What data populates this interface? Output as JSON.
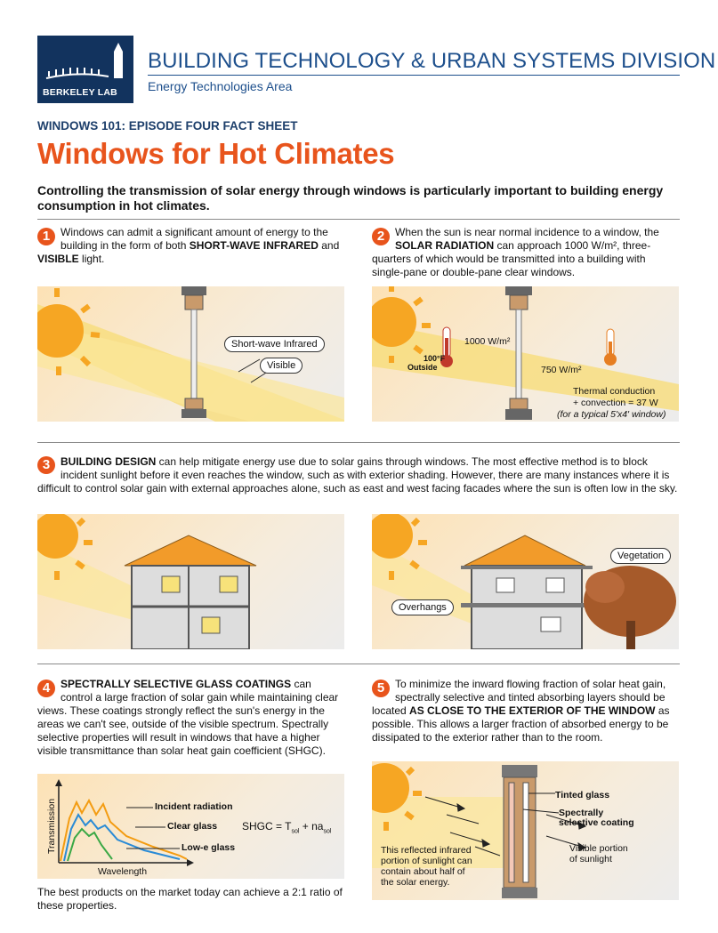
{
  "header": {
    "logo_text": "BERKELEY LAB",
    "division": "BUILDING TECHNOLOGY & URBAN SYSTEMS DIVISION",
    "area": "Energy Technologies Area"
  },
  "episode": "WINDOWS 101: EPISODE FOUR FACT SHEET",
  "title": "Windows for Hot Climates",
  "intro": "Controlling the transmission of solar energy through windows is particularly important to building energy consumption in hot climates.",
  "s1": {
    "num": "1",
    "t1": "Windows can admit a significant amount of energy to the building in the form of both ",
    "b1": "SHORT-WAVE INFRARED",
    "t2": " and ",
    "b2": "VISIBLE",
    "t3": " light.",
    "callout_ir": "Short-wave Infrared",
    "callout_vis": "Visible"
  },
  "s2": {
    "num": "2",
    "t1": "When the sun is near normal incidence to a window, the ",
    "b1": "SOLAR RADIATION",
    "t2": " can approach 1000 W/m², three-quarters of which would be transmitted into a building with single-pane or double-pane clear windows.",
    "temp": "100°F",
    "outside": "Outside",
    "incident": "1000 W/m²",
    "transmitted": "750 W/m²",
    "thermal1": "Thermal conduction",
    "thermal2": "+ convection = 37 W",
    "thermal3": "(for a typical 5'x4' window)"
  },
  "s3": {
    "num": "3",
    "b1": "BUILDING DESIGN",
    "t1": " can help mitigate energy use due to solar gains through windows. The most effective method is to block incident sunlight before it even reaches the window, such as with exterior shading. However, there are many instances where it is difficult to control solar gain with external approaches alone, such as east and west facing facades where the sun is often low in the sky.",
    "callout_veg": "Vegetation",
    "callout_over": "Overhangs"
  },
  "s4": {
    "num": "4",
    "b1": "SPECTRALLY SELECTIVE GLASS COATINGS",
    "t1": " can control a large fraction of solar gain while maintaining clear views. These coatings strongly reflect the sun's energy in the areas we can't see, outside of the visible spectrum. Spectrally selective properties will result in windows that have a higher visible transmittance than solar heat gain coefficient (SHGC).",
    "footer": "The best products on the market today can achieve a 2:1 ratio of these properties."
  },
  "chart_data": {
    "type": "line",
    "xlabel": "Wavelength",
    "ylabel": "Transmission",
    "series": [
      {
        "name": "Incident radiation",
        "color": "#f39c12"
      },
      {
        "name": "Clear glass",
        "color": "#2a8bd6"
      },
      {
        "name": "Low-e glass",
        "color": "#3aa845"
      }
    ],
    "formula": "SHGC = T",
    "formula_sub1": "sol",
    "formula_mid": " + na",
    "formula_sub2": "sol"
  },
  "s5": {
    "num": "5",
    "t1": "To minimize the inward flowing fraction of solar heat gain, spectrally selective and tinted absorbing layers should be located ",
    "b1": "AS CLOSE TO THE EXTERIOR OF THE WINDOW",
    "t2": " as possible. This allows a larger fraction of absorbed energy to be dissipated to the exterior rather than to the room.",
    "tinted": "Tinted glass",
    "coating1": "Spectrally",
    "coating2": "selective coating",
    "reflected1": "This reflected infrared",
    "reflected2": "portion of sunlight can",
    "reflected3": "contain about half of",
    "reflected4": "the solar energy.",
    "visible1": "Visible portion",
    "visible2": "of sunlight"
  },
  "colors": {
    "accent": "#e8541c",
    "brand": "#1d4f8c",
    "sun": "#f6a623"
  }
}
